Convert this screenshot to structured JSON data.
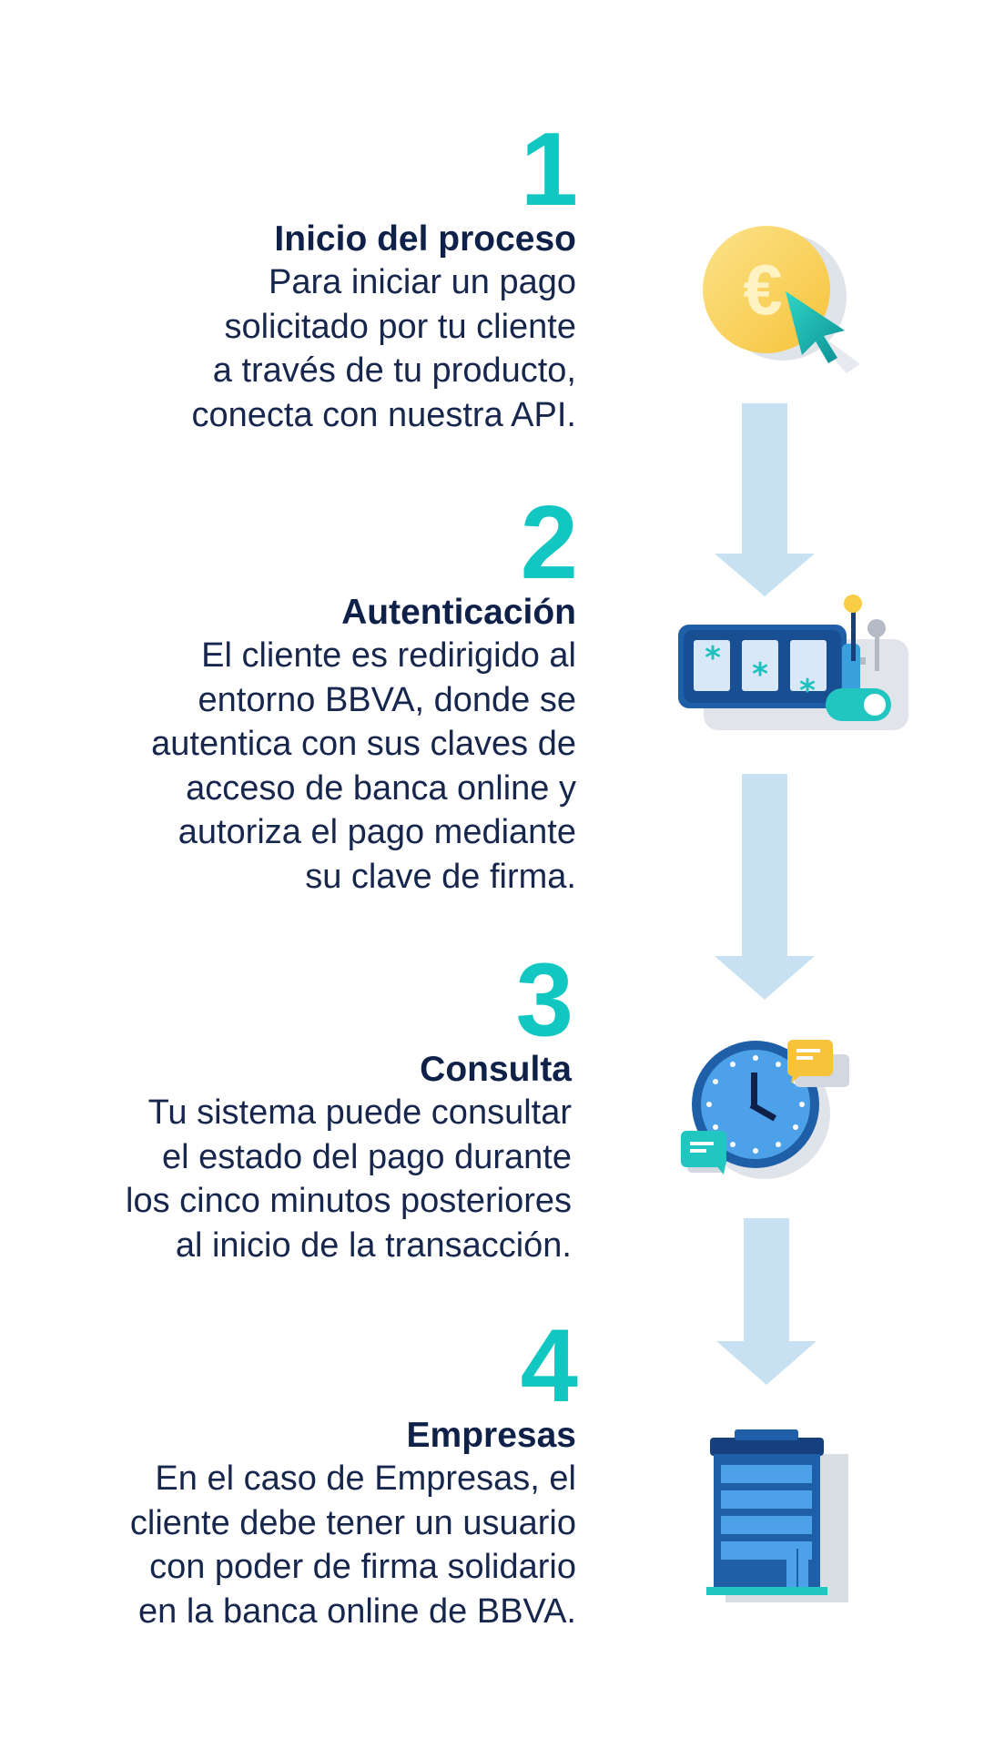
{
  "steps": [
    {
      "number": "1",
      "title": "Inicio del proceso",
      "lines": [
        "Para iniciar un pago",
        "solicitado por tu cliente",
        "a través de tu producto,",
        "conecta con nuestra API."
      ]
    },
    {
      "number": "2",
      "title": "Autenticación",
      "lines": [
        "El cliente es redirigido al",
        "entorno BBVA, donde se",
        "autentica con sus claves de",
        "acceso de banca online y",
        "autoriza el pago mediante",
        "su clave de firma."
      ]
    },
    {
      "number": "3",
      "title": "Consulta",
      "lines": [
        "Tu sistema puede consultar",
        "el estado del pago durante",
        "los cinco minutos posteriores",
        "al inicio de la transacción."
      ]
    },
    {
      "number": "4",
      "title": "Empresas",
      "lines": [
        "En el caso de Empresas, el",
        "cliente debe tener un usuario",
        "con poder de firma solidario",
        "en la banca online de BBVA."
      ]
    }
  ],
  "icons": {
    "coin_symbol": "€",
    "step1": "euro-coin-cursor-icon",
    "step2": "password-slot-machine-icon",
    "step3": "clock-chat-icon",
    "step4": "office-building-icon"
  },
  "colors": {
    "number": "#12c7c1",
    "title": "#0f2149",
    "text": "#17264d",
    "arrow": "#c7e1f2"
  }
}
